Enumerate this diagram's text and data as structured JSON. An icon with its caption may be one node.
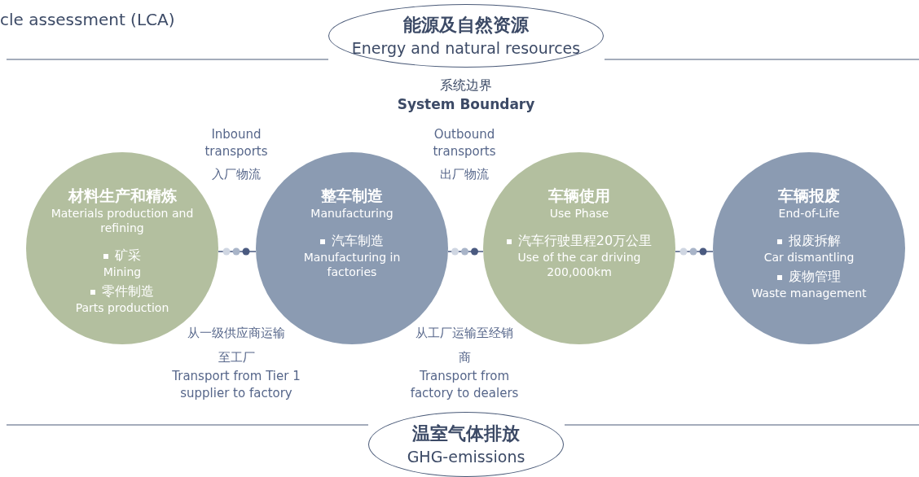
{
  "diagram": {
    "nodes": [
      {
        "text": [
          "能源及自然资源",
          "Energy and natural resources"
        ]
      },
      {
        "text": [
          "材料生产和精炼",
          "Materials production and refining",
          "矿采",
          "Mining",
          "零件制造",
          "Parts production"
        ]
      },
      {
        "text": [
          "整车制造",
          "Manufacturing",
          "汽车制造",
          "Manufacturing in factories"
        ]
      },
      {
        "text": [
          "车辆使用",
          "Use Phase",
          "汽车行驶里程20万公里",
          "Use of the car driving 200,000km"
        ]
      },
      {
        "text": [
          "车辆报废",
          "End-of-Life",
          "报废拆解",
          "Car dismantling",
          "废物管理",
          "Waste management"
        ]
      },
      {
        "text": [
          "温室气体排放",
          "GHG-emissions"
        ]
      }
    ],
    "edges": [
      {
        "from": 1,
        "to": 2,
        "arrow": "none"
      },
      {
        "from": 2,
        "to": 3,
        "arrow": "none"
      },
      {
        "from": 3,
        "to": 4,
        "arrow": "none"
      }
    ],
    "labels": [
      "cle assessment (LCA)",
      "系统边界",
      "System Boundary",
      "Inbound transports",
      "入厂物流",
      "Outbound transports",
      "出厂物流",
      "从一级供应商运输至工厂",
      "Transport from Tier 1 supplier to factory",
      "从工厂运输至经销商",
      "Transport from factory to dealers"
    ]
  }
}
